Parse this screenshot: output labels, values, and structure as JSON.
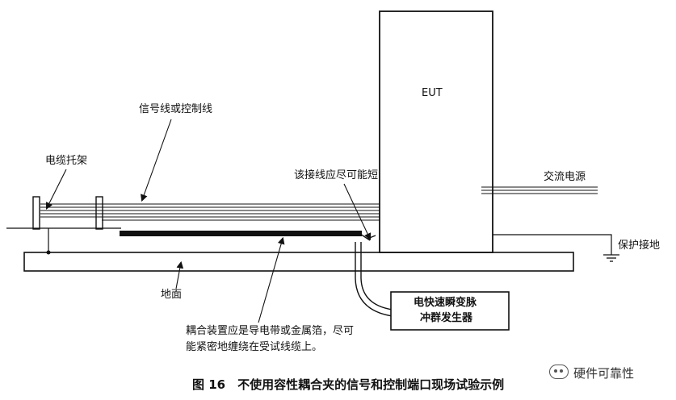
{
  "eut_label": "EUT",
  "labels": {
    "signal_line": "信号线或控制线",
    "cable_tray": "电缆托架",
    "ground_connection": "该接线应尽可能短",
    "ac_power": "交流电源",
    "protective_earth": "保护接地",
    "floor": "地面",
    "generator_line1": "电快速瞬变脉",
    "generator_line2": "冲群发生器",
    "coupling_line1": "耦合装置应是导电带或金属箔，尽可",
    "coupling_line2": "能紧密地缠绕在受试线缆上。"
  },
  "caption": "图 16　不使用容性耦合夹的信号和控制端口现场试验示例",
  "watermark": "硬件可靠性"
}
